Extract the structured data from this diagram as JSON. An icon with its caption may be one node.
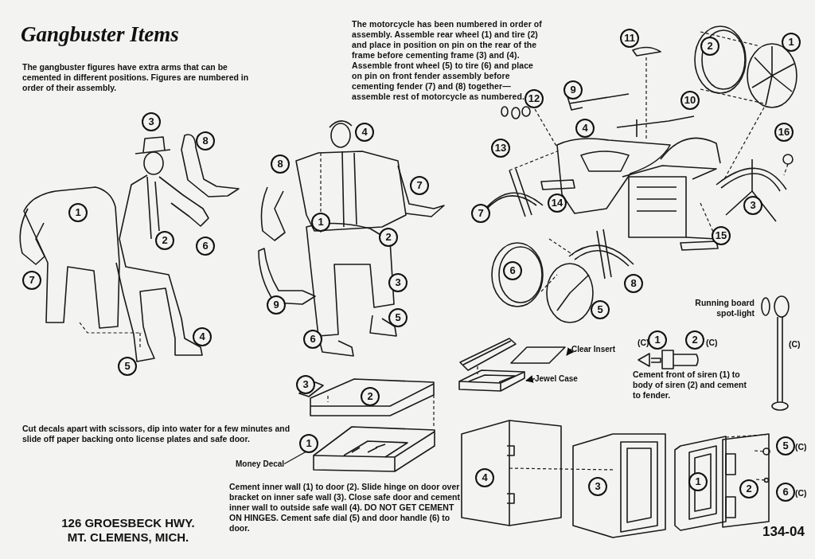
{
  "diagram": {
    "title": "Gangbuster Items",
    "nodes": [
      {
        "text": [
          "Money Decal"
        ]
      },
      {
        "text": [],
        "shape": "picture"
      },
      {
        "text": [
          "Clear Insert"
        ]
      },
      {
        "text": [],
        "shape": "picture"
      },
      {
        "text": [
          "Jewel Case"
        ]
      },
      {
        "text": [],
        "shape": "picture"
      }
    ],
    "edges": [
      {
        "from": 0,
        "to": 1,
        "arrow": "none"
      },
      {
        "from": 2,
        "to": 3,
        "arrow": "to"
      },
      {
        "from": 4,
        "to": 5,
        "arrow": "to"
      }
    ],
    "labels": [
      "The gangbuster figures have extra arms that can be cemented in different positions. Figures are numbered in order of their assembly.",
      "The motorcycle has been numbered in order of assembly. Assemble rear wheel (1) and tire (2) and place in position on pin on the rear of the frame before cementing frame (3) and (4). Assemble front wheel (5) to tire (6) and place on pin on front fender assembly before cementing fender (7) and (8) together—assemble rest of motorcycle as numbered.",
      "3",
      "8",
      "1",
      "2",
      "6",
      "7",
      "4",
      "5",
      "4",
      "8",
      "7",
      "1",
      "2",
      "3",
      "5",
      "9",
      "6",
      "11",
      "2",
      "1",
      "9",
      "12",
      "10",
      "4",
      "13",
      "16",
      "14",
      "3",
      "7",
      "15",
      "6",
      "8",
      "5",
      "Running board spot-light",
      "(C)",
      "1",
      "2",
      "(C)",
      "(C)",
      "Cement front of siren (1) to body of siren (2) and cement to fender.",
      "Cut decals apart with scissors, dip into water for a few minutes and slide off paper backing onto license plates and safe door.",
      "3",
      "2",
      "1",
      "126 GROESBECK HWY. MT. CLEMENS, MICH.",
      "Cement inner wall (1) to door (2). Slide hinge on door over bracket on inner safe wall (3). Close safe door and cement inner wall to outside safe wall (4). DO NOT GET CEMENT ON HINGES. Cement safe dial (5) and door handle (6) to door.",
      "4",
      "3",
      "1",
      "2",
      "5",
      "(C)",
      "6",
      "(C)",
      "134-04"
    ]
  }
}
